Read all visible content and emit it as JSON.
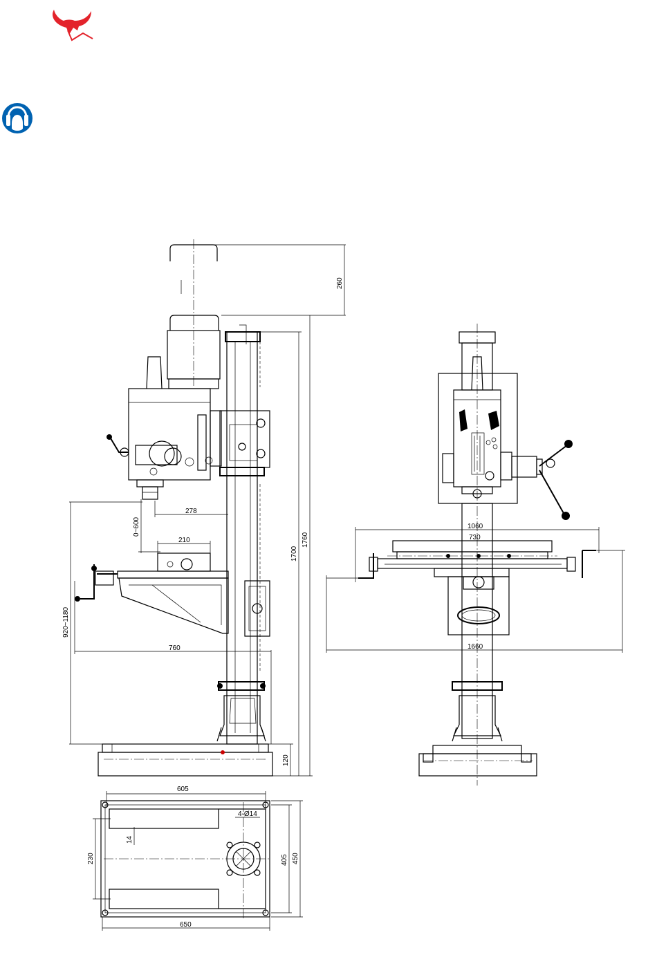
{
  "brand": {
    "logo_icon": "bull-logo-icon",
    "logo_color": "#e3232b"
  },
  "safety_sign": {
    "icon": "ear-protection-icon",
    "color": "#0062b1"
  },
  "dimensions": {
    "top_clearance": "260",
    "column_height": "1700",
    "overall_height": "1760",
    "spindle_reach": "278",
    "spindle_travel": "0~600",
    "table_width": "210",
    "spindle_to_base": "920~1180",
    "base_reach": "760",
    "base_height": "120",
    "table_length_total": "1060",
    "table_length": "730",
    "table_travel_total": "1660",
    "base_slot_length": "605",
    "slot_width": "14",
    "bolt_holes": "4-Ø14",
    "slot_spacing": "230",
    "base_inner_depth": "405",
    "base_depth": "450",
    "base_length": "650"
  }
}
